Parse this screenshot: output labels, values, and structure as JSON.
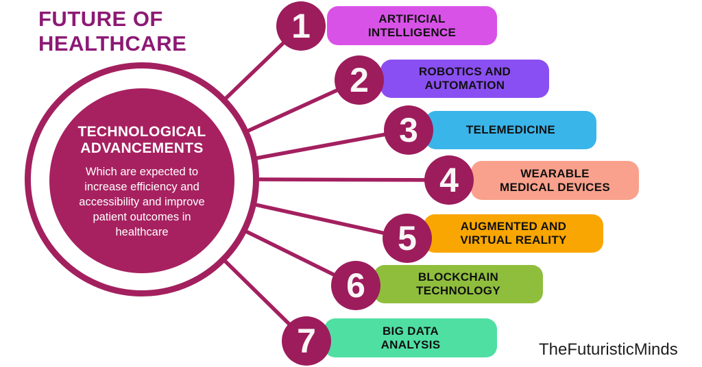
{
  "title": {
    "line1": "FUTURE OF",
    "line2": "HEALTHCARE",
    "color": "#8c1a74"
  },
  "center": {
    "heading": "TECHNOLOGICAL\nADVANCEMENTS",
    "description": "Which are expected to increase efficiency and accessibility and improve patient outcomes in healthcare",
    "fill": "#a72160",
    "ring_color": "#a3205f",
    "text_color": "#ffffff"
  },
  "connector_color": "#a3205f",
  "badge": {
    "fill": "#9d1c5c",
    "text_color": "#faf6f6"
  },
  "items": [
    {
      "number": "1",
      "label": "ARTIFICIAL\nINTELLIGENCE",
      "pill_color": "#d952e8"
    },
    {
      "number": "2",
      "label": "ROBOTICS AND\nAUTOMATION",
      "pill_color": "#8a4ff2"
    },
    {
      "number": "3",
      "label": "TELEMEDICINE",
      "pill_color": "#3ab5e9"
    },
    {
      "number": "4",
      "label": "WEARABLE\nMEDICAL DEVICES",
      "pill_color": "#f9a18c"
    },
    {
      "number": "5",
      "label": "AUGMENTED AND\nVIRTUAL REALITY",
      "pill_color": "#f9a602"
    },
    {
      "number": "6",
      "label": "BLOCKCHAIN\nTECHNOLOGY",
      "pill_color": "#8fbe3d"
    },
    {
      "number": "7",
      "label": "BIG DATA\nANALYSIS",
      "pill_color": "#4fdfa3"
    }
  ],
  "watermark": {
    "text": "TheFuturisticMinds",
    "color": "#1e1e1e"
  }
}
